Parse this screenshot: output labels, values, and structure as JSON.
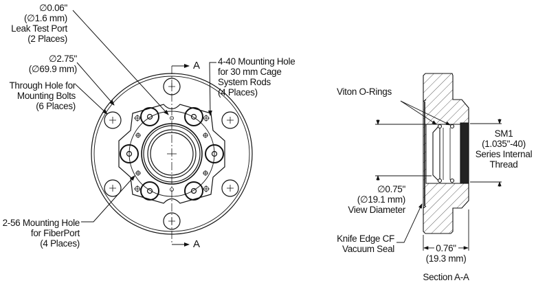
{
  "labels": {
    "leak_port": [
      "∅0.06\"",
      "(∅1.6 mm)",
      "Leak Test Port",
      "(2 Places)"
    ],
    "outer_diameter": [
      "∅2.75\"",
      "(∅69.9 mm)"
    ],
    "through_hole": [
      "Through Hole for",
      "Mounting Bolts",
      "(6 Places)"
    ],
    "cage_hole": [
      "4-40 Mounting Hole",
      "for 30 mm Cage",
      "System Rods",
      "(4 Places)"
    ],
    "fiberport_hole": [
      "2-56 Mounting Hole",
      "for FiberPort",
      "(4 Places)"
    ],
    "section_marker_top": "A",
    "section_marker_bottom": "A",
    "o_rings": "Viton O-Rings",
    "thread": [
      "SM1",
      "(1.035\"-40)",
      "Series Internal",
      "Thread"
    ],
    "view_diameter": [
      "∅0.75\"",
      "(∅19.1 mm)",
      "View Diameter"
    ],
    "knife_edge": [
      "Knife Edge CF",
      "Vacuum Seal"
    ],
    "thickness": [
      "0.76\"",
      "(19.3 mm)"
    ],
    "section_title": "Section A-A"
  }
}
